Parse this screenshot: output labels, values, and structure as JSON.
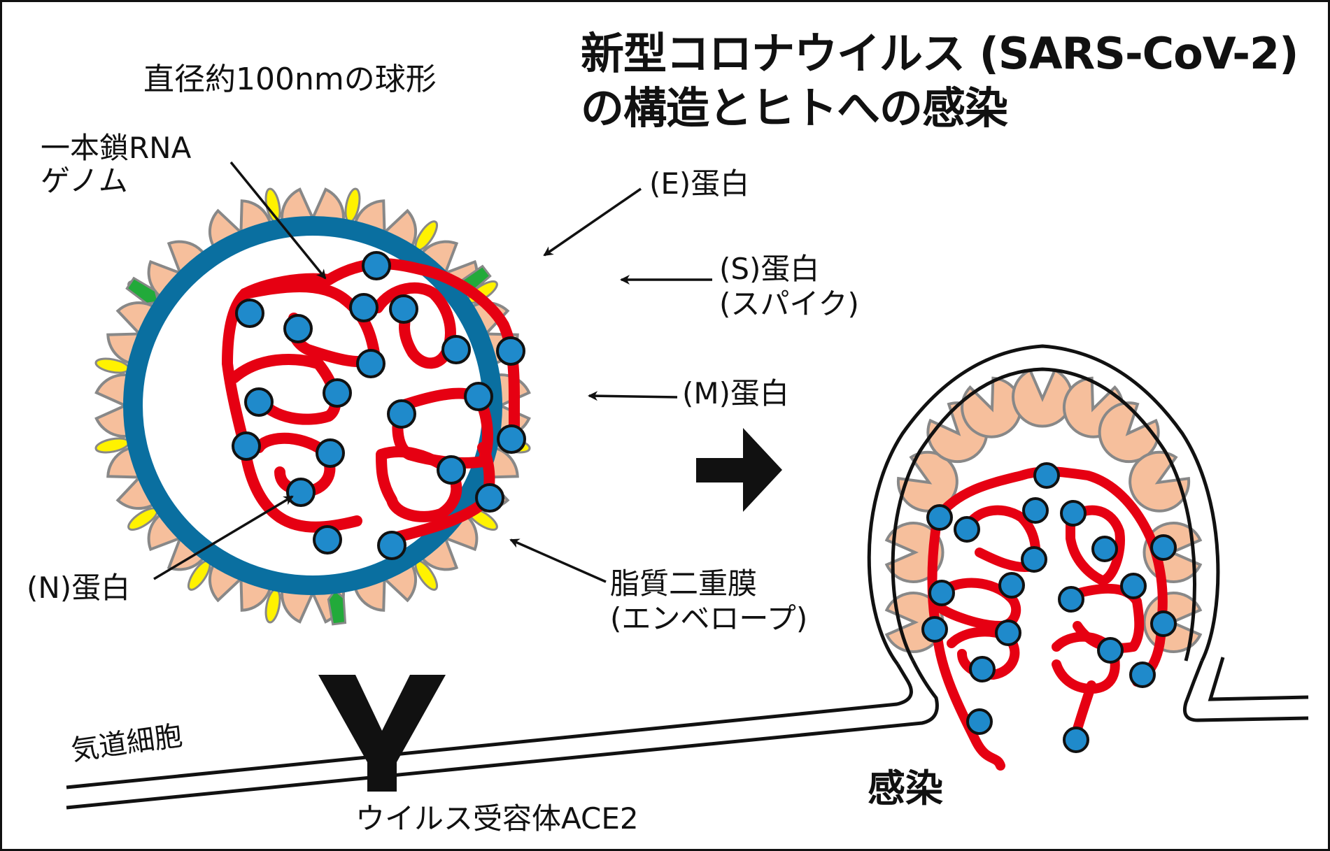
{
  "title": {
    "line1": "新型コロナウイルス (SARS-CoV-2)",
    "line2": "の構造とヒトへの感染"
  },
  "labels": {
    "shape": "直径約100nmの球形",
    "rna_line1": "一本鎖RNA",
    "rna_line2": "ゲノム",
    "e_protein": "(E)蛋白",
    "s_protein_line1": "(S)蛋白",
    "s_protein_line2": "(スパイク)",
    "m_protein": "(M)蛋白",
    "envelope_line1": "脂質二重膜",
    "envelope_line2": "(エンベロープ)",
    "n_protein": "(N)蛋白",
    "airway_cell": "気道細胞",
    "receptor": "ウイルス受容体ACE2",
    "infection": "感染"
  },
  "colors": {
    "spike_fill": "#f6bf9c",
    "spike_stroke": "#888888",
    "membrane": "#0a6fa0",
    "m_protein": "#fff200",
    "e_protein": "#22aa3a",
    "rna": "#e60012",
    "n_protein": "#1f8acb",
    "outline": "#111111"
  }
}
